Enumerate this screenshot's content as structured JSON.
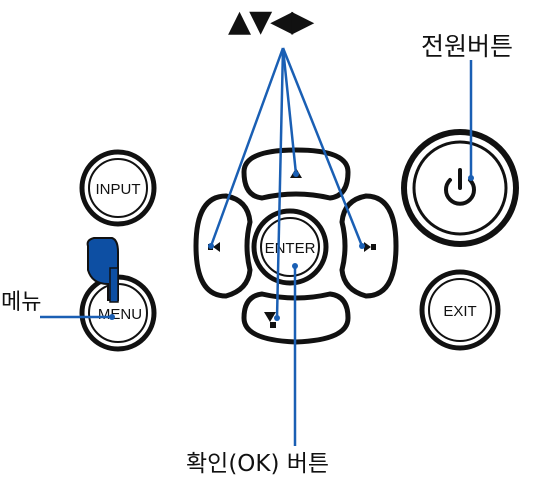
{
  "labels": {
    "arrow_keys": "▲▼◀▶",
    "power_button": "전원버튼",
    "menu": "메뉴",
    "ok_button": "확인(OK) 버튼"
  },
  "buttons": {
    "input": "INPUT",
    "enter": "ENTER",
    "menu": "MENU",
    "exit": "EXIT"
  },
  "icons": {
    "power": "power-icon",
    "hand": "pointing-hand-icon",
    "up": "up-triangle-icon",
    "down": "down-triangle-icon",
    "left": "left-triangle-icon",
    "right": "right-triangle-icon"
  },
  "colors": {
    "callout_line": "#1a5fb4",
    "hand": "#0d4fa3",
    "outline": "#111111"
  }
}
